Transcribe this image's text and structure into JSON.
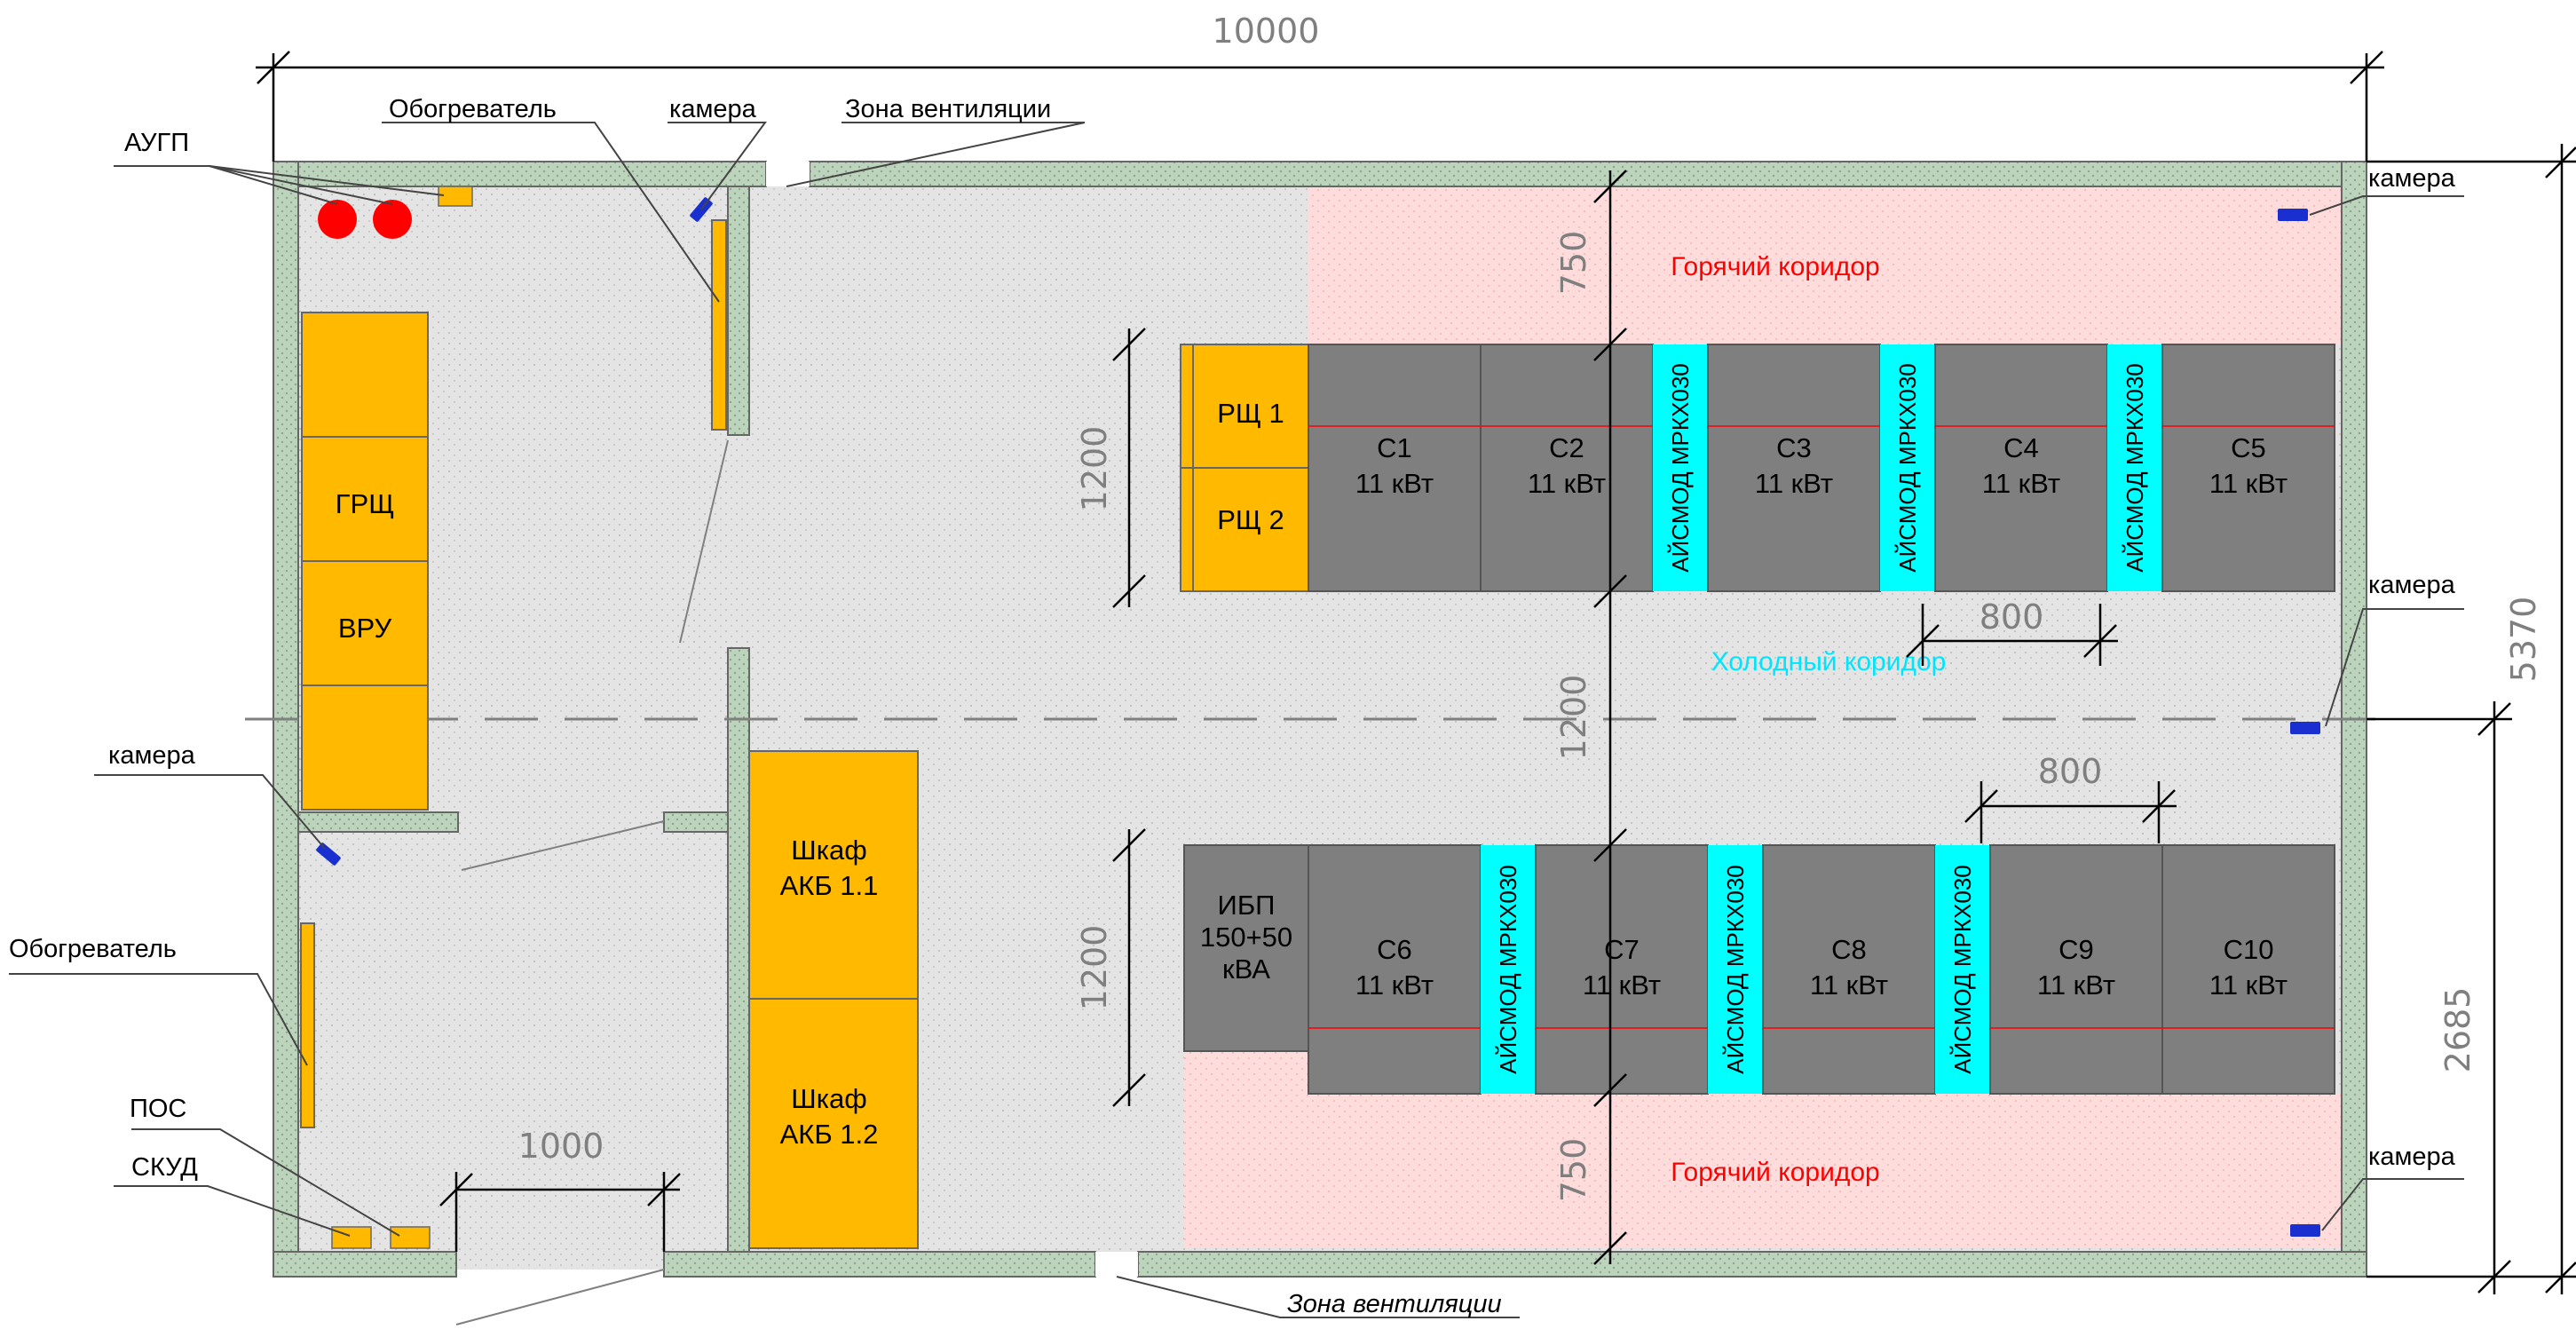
{
  "dimensions": {
    "total_width": "10000",
    "total_height": "5370",
    "lower_height": "2685",
    "hot_upper": "750",
    "rack_upper": "1200",
    "cold_corridor": "1200",
    "gap_upper": "800",
    "gap_lower": "800",
    "rack_lower": "1200",
    "hot_lower": "750",
    "door": "1000"
  },
  "zones": {
    "hot_upper": "Горячий коридор",
    "cold": "Холодный коридор",
    "hot_lower": "Горячий коридор"
  },
  "labels": {
    "augp": "АУГП",
    "heater_top": "Обогреватель",
    "camera_top": "камера",
    "vent_top": "Зона вентиляции",
    "camera_right_1": "камера",
    "camera_right_2": "камера",
    "camera_right_3": "камера",
    "camera_left": "камера",
    "heater_left": "Обогреватель",
    "pos": "ПОС",
    "skud": "СКУД",
    "vent_bottom": "Зона вентиляции"
  },
  "equipment": {
    "grsh": "ГРЩ",
    "vru": "ВРУ",
    "rsh1": "РЩ 1",
    "rsh2": "РЩ 2",
    "akb1_l1": "Шкаф",
    "akb1_l2": "АКБ 1.1",
    "akb2_l1": "Шкаф",
    "akb2_l2": "АКБ 1.2",
    "ups_l1": "ИБП",
    "ups_l2": "150+50",
    "ups_l3": "кВА"
  },
  "racks_top": [
    {
      "name": "С1",
      "power": "11 кВт"
    },
    {
      "name": "С2",
      "power": "11 кВт"
    },
    {
      "name": "С3",
      "power": "11 кВт"
    },
    {
      "name": "С4",
      "power": "11 кВт"
    },
    {
      "name": "С5",
      "power": "11 кВт"
    }
  ],
  "racks_bottom": [
    {
      "name": "С6",
      "power": "11 кВт"
    },
    {
      "name": "С7",
      "power": "11 кВт"
    },
    {
      "name": "С8",
      "power": "11 кВт"
    },
    {
      "name": "С9",
      "power": "11 кВт"
    },
    {
      "name": "С10",
      "power": "11 кВт"
    }
  ],
  "cooler_label": "АЙСМОД МРКХ030",
  "colors": {
    "wall": "#bcd4bc",
    "floor": "#e4e4e4",
    "hot": "#ffdcdc",
    "rack": "#7f7f7f",
    "orange": "#ffba00",
    "cyan": "#00ffff",
    "camera": "#1a2fcf",
    "alarm": "#ff0000"
  }
}
